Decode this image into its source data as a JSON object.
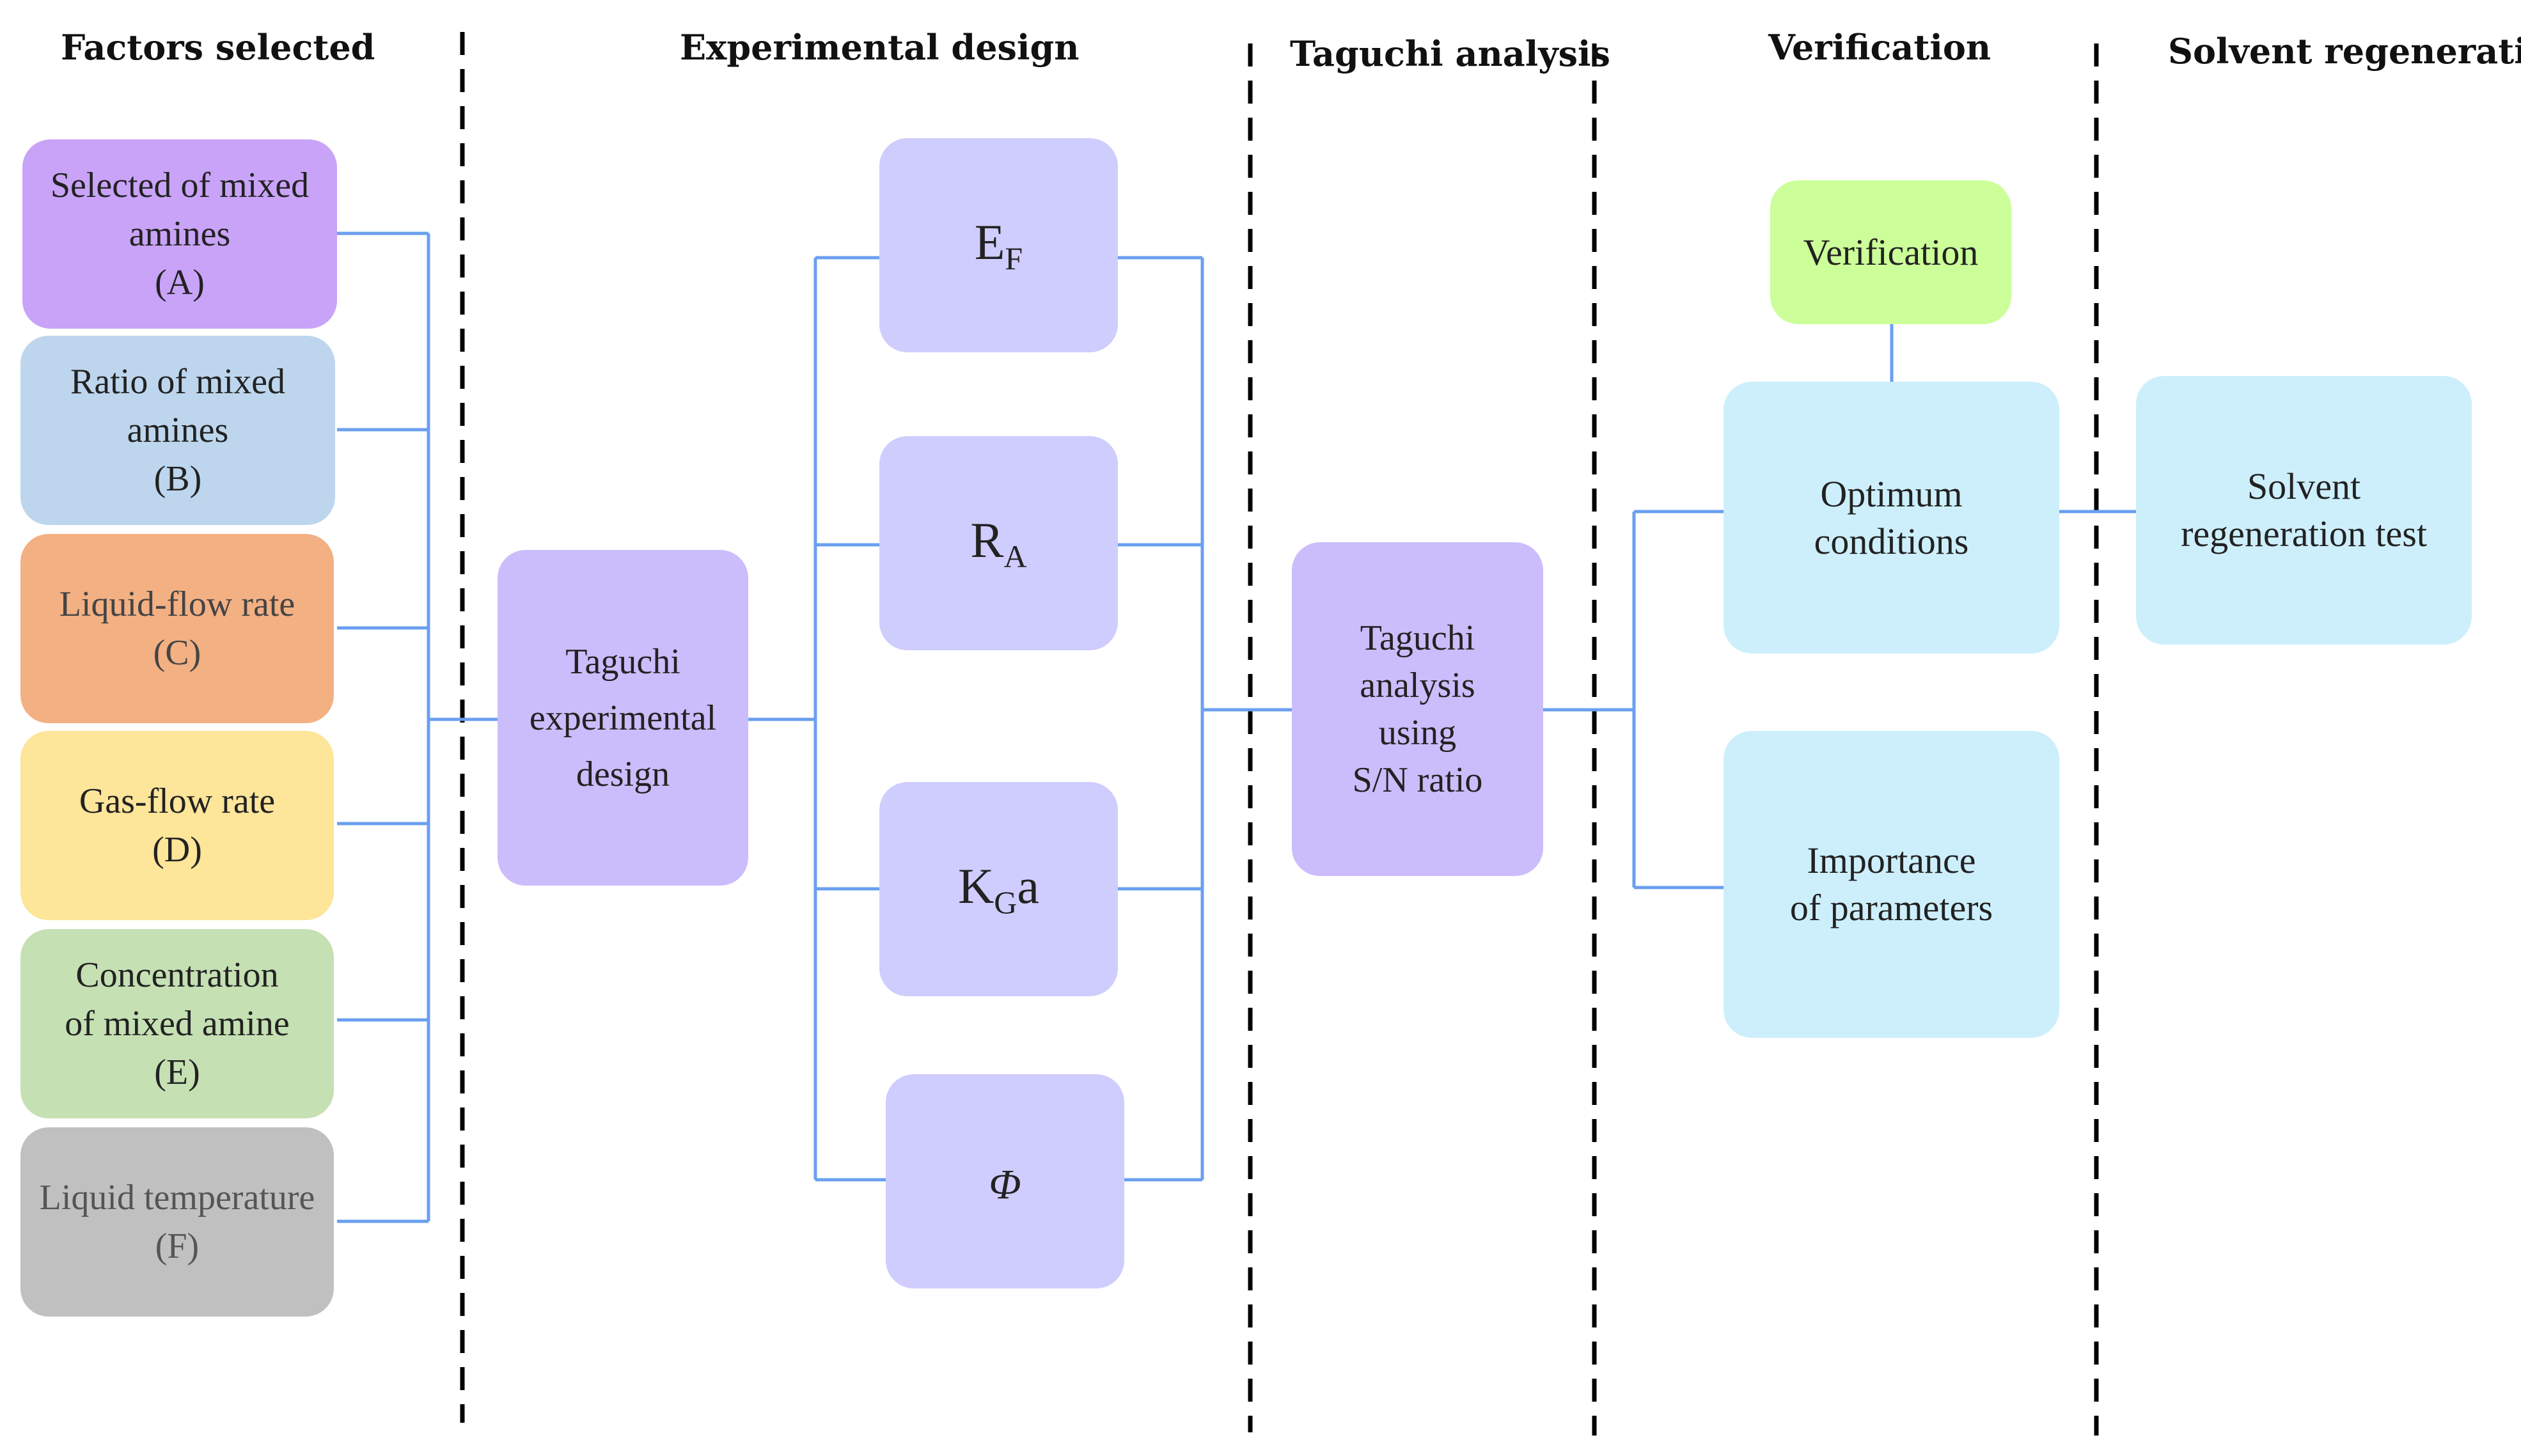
{
  "headers": {
    "factors": "Factors selected",
    "design": "Experimental design",
    "analysis": "Taguchi analysis",
    "verification": "Verification",
    "regeneration": "Solvent regeneration"
  },
  "factors": [
    {
      "label": "Selected of mixed\namines\n(A)",
      "color": "#c9a3f8"
    },
    {
      "label": "Ratio of mixed\namines\n(B)",
      "color": "#bdd6ee"
    },
    {
      "label": "Liquid-flow rate\n(C)",
      "color": "#f3b083"
    },
    {
      "label": "Gas-flow rate\n(D)",
      "color": "#fde599"
    },
    {
      "label": "Concentration\nof mixed amine\n(E)",
      "color": "#c5e0b3"
    },
    {
      "label": "Liquid temperature\n(F)",
      "color": "#c0c0c0"
    }
  ],
  "taguchi_design": {
    "label": "Taguchi\nexperimental\ndesign",
    "color": "#cbbdfb"
  },
  "responses": [
    {
      "main": "E",
      "sub": "F"
    },
    {
      "main": "R",
      "sub": "A"
    },
    {
      "main": "K",
      "sub": "G",
      "tail": "a"
    },
    {
      "main": "Φ",
      "italic": true
    }
  ],
  "response_color": "#cfcdfd",
  "taguchi_analysis": {
    "label": "Taguchi\nanalysis\nusing\nS/N ratio",
    "color": "#cbbdfb"
  },
  "verification_box": {
    "label": "Verification",
    "color": "#ccff99"
  },
  "optimum": {
    "label": "Optimum\nconditions",
    "color": "#cdeffc"
  },
  "importance": {
    "label": "Importance\nof parameters",
    "color": "#cdeffc"
  },
  "regeneration_box": {
    "label": "Solvent\nregeneration test",
    "color": "#cdeffc"
  },
  "colors": {
    "line": "#6a9ff0",
    "divider": "#000000",
    "text": "#222222"
  }
}
